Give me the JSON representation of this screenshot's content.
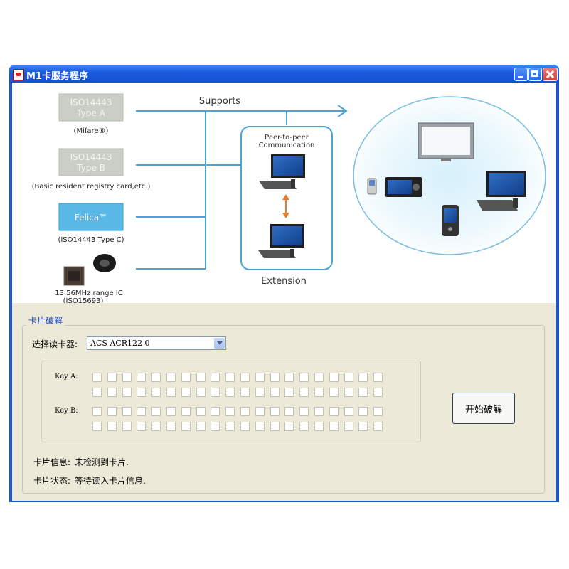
{
  "window": {
    "title": "M1卡服务程序",
    "controls": [
      "minimize",
      "maximize",
      "close"
    ]
  },
  "banner": {
    "card_types": [
      {
        "line1": "ISO14443",
        "line2": "Type A",
        "caption": "(Mifare®)"
      },
      {
        "line1": "ISO14443",
        "line2": "Type B",
        "caption": "(Basic resident registry card,etc.)"
      },
      {
        "line1": "Felica™",
        "line2": "",
        "caption": "(ISO14443 Type C)"
      },
      {
        "line1": "",
        "line2": "",
        "caption_line1": "13.56MHz range IC",
        "caption_line2": "(ISO15693)"
      }
    ],
    "supports_label": "Supports",
    "p2p_label_line1": "Peer-to-peer",
    "p2p_label_line2": "Communication",
    "extension_label": "Extension",
    "colors": {
      "line": "#4aa3d6",
      "card_gray": "#c9cfc6",
      "card_blue": "#5ab8e6"
    }
  },
  "crack_group": {
    "title": "卡片破解",
    "reader_label": "选择读卡器:",
    "reader_value": "ACS ACR122 0",
    "key_a_label": "Key A:",
    "key_b_label": "Key B:",
    "boxes_per_row": 20,
    "start_button": "开始破解",
    "card_info_label": "卡片信息:",
    "card_info_value": "未检测到卡片.",
    "card_status_label": "卡片状态:",
    "card_status_value": "等待读入卡片信息."
  }
}
